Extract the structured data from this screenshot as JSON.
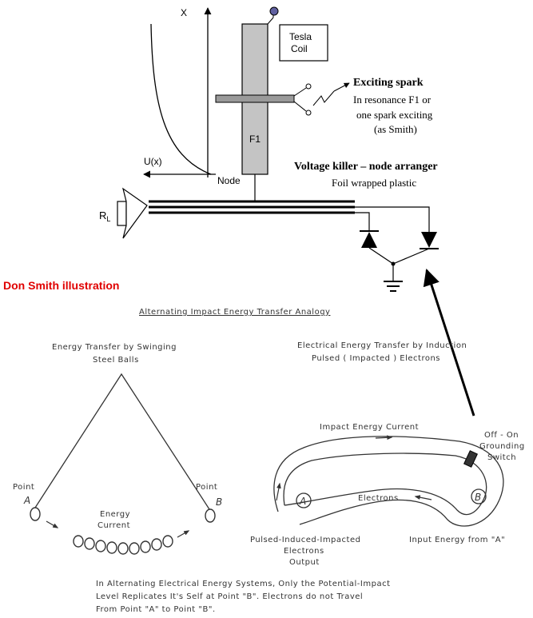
{
  "top": {
    "axis_x_label": "X",
    "axis_u_label": "U(x)",
    "node_label": "Node",
    "f1_label": "F1",
    "tesla_line1": "Tesla",
    "tesla_line2": "Coil",
    "rl_main": "R",
    "rl_sub": "L",
    "exciting_title": "Exciting spark",
    "exciting_line1": "In resonance F1 or",
    "exciting_line2": "one spark exciting",
    "exciting_line3": "(as Smith)",
    "voltage_title": "Voltage killer – node arranger",
    "voltage_sub": "Foil wrapped plastic",
    "don_smith": "Don Smith illustration"
  },
  "bottom": {
    "title": "Alternating Impact Energy Transfer Analogy",
    "left_title1": "Energy Transfer by Swinging",
    "left_title2": "Steel Balls",
    "point_a_label": "Point",
    "point_a_letter": "A",
    "point_b_label": "Point",
    "point_b_letter": "B",
    "energy1": "Energy",
    "energy2": "Current",
    "right_title1": "Electrical Energy Transfer by Induction",
    "right_title2": "Pulsed ( Impacted ) Electrons",
    "impact_current": "Impact Energy Current",
    "switch1": "Off - On",
    "switch2": "Grounding",
    "switch3": "Switch",
    "electrons": "Electrons",
    "circle_a": "A",
    "circle_b": "B",
    "pulsed1": "Pulsed-Induced-Impacted",
    "pulsed2": "Electrons",
    "pulsed3": "Output",
    "input_energy": "Input Energy from \"A\"",
    "footer1": "In Alternating Electrical Energy Systems, Only the Potential-Impact",
    "footer2": "Level Replicates It's Self at Point \"B\".  Electrons do not Travel",
    "footer3": "From Point \"A\" to Point \"B\"."
  },
  "colors": {
    "coil_fill": "#c4c4c4",
    "tesla_ball": "#6060a0",
    "don_smith_red": "#e00000",
    "ink": "#000000",
    "hand_ink": "#333333"
  }
}
